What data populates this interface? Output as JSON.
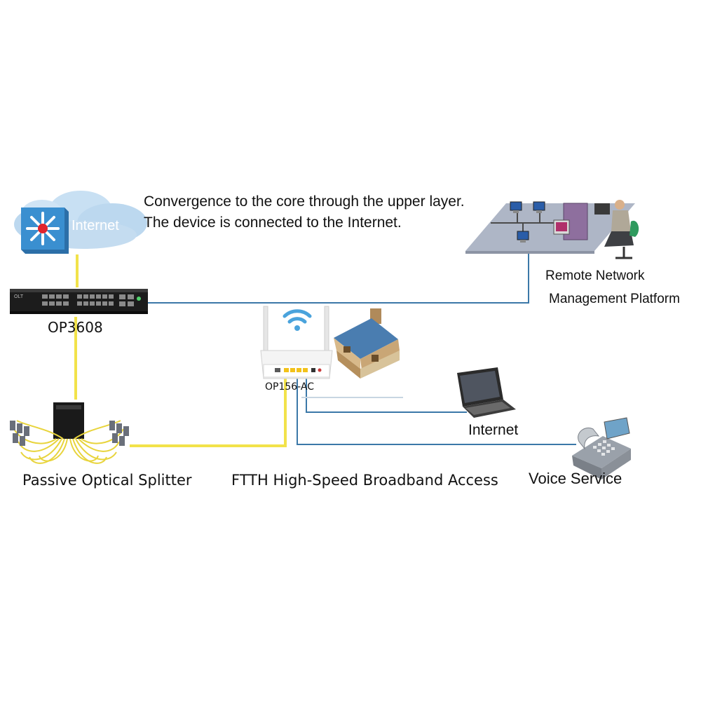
{
  "caption": {
    "line1": "Convergence to the core through the upper layer.",
    "line2": "The device is connected to the Internet."
  },
  "cloud": {
    "label": "Internet"
  },
  "olt": {
    "label": "OP3608",
    "brand": "OLT"
  },
  "ont": {
    "label": "OP156-AC"
  },
  "splitter": {
    "label": "Passive Optical Splitter"
  },
  "ftth": {
    "label": "FTTH High-Speed Broadband Access"
  },
  "laptop": {
    "label": "Internet"
  },
  "phone": {
    "label": "Voice Service"
  },
  "management": {
    "line1": "Remote Network",
    "line2": "Management Platform"
  },
  "colors": {
    "fiber": "#f2e24a",
    "ethernet": "#3b78a8",
    "cloud": "#bcd8ef",
    "switch_icon": "#3a8fd0"
  },
  "icons": [
    "network-switch-icon",
    "cloud-icon",
    "olt-device-icon",
    "optical-splitter-icon",
    "wifi-router-icon",
    "house-icon",
    "laptop-icon",
    "telephone-icon",
    "network-management-icon",
    "operator-icon"
  ]
}
